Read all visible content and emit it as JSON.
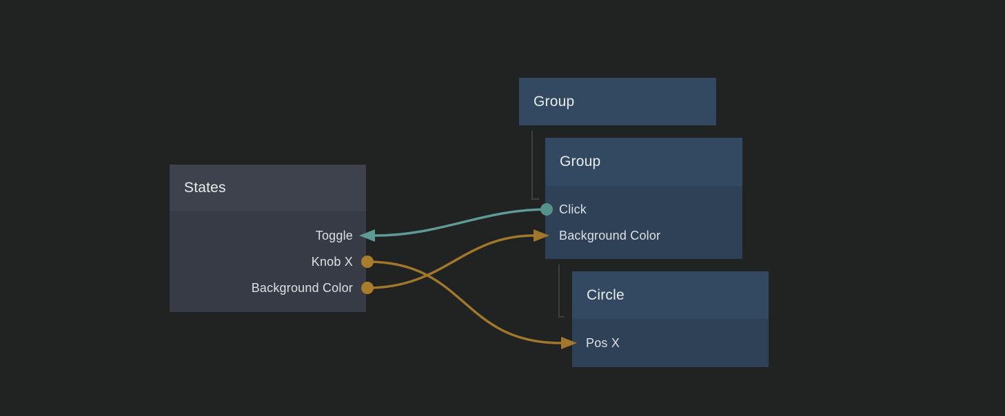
{
  "canvas": {
    "background": "#212222"
  },
  "colors": {
    "teal": "#5F9B96",
    "teal_port": "#55928B",
    "orange": "#A1782B",
    "orange_port": "#A87D2B",
    "node_header_blue": "#334962",
    "node_body_blue": "#2E4157",
    "states_header": "#3E424D",
    "states_body": "#373B45",
    "tree_line": "#3F4141"
  },
  "nodes": {
    "group1": {
      "title": "Group"
    },
    "group2": {
      "title": "Group",
      "rows": [
        {
          "label": "Click"
        },
        {
          "label": "Background Color"
        }
      ]
    },
    "states": {
      "title": "States",
      "rows": [
        {
          "label": "Toggle"
        },
        {
          "label": "Knob X"
        },
        {
          "label": "Background Color"
        }
      ]
    },
    "circle": {
      "title": "Circle",
      "rows": [
        {
          "label": "Pos X"
        }
      ]
    }
  },
  "connections": [
    {
      "from": "Group / Click",
      "to": "States / Toggle",
      "color": "teal"
    },
    {
      "from": "States / Background Color",
      "to": "Group / Background Color",
      "color": "orange"
    },
    {
      "from": "States / Knob X",
      "to": "Circle / Pos X",
      "color": "orange"
    }
  ],
  "hierarchy_links": [
    {
      "from": "Group",
      "to": "Group"
    },
    {
      "from": "Group",
      "to": "Circle"
    }
  ]
}
